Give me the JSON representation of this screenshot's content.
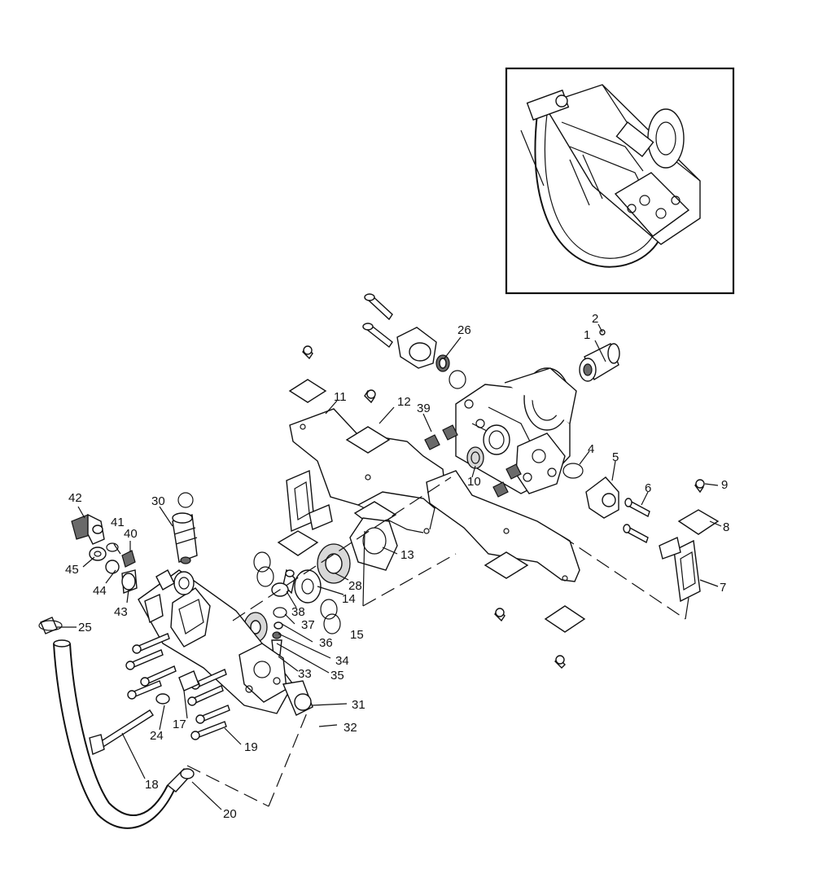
{
  "callouts": [
    {
      "id": "1",
      "text": "1"
    },
    {
      "id": "2",
      "text": "2"
    },
    {
      "id": "4",
      "text": "4"
    },
    {
      "id": "5",
      "text": "5"
    },
    {
      "id": "6",
      "text": "6"
    },
    {
      "id": "7",
      "text": "7"
    },
    {
      "id": "8",
      "text": "8"
    },
    {
      "id": "9",
      "text": "9"
    },
    {
      "id": "10",
      "text": "10"
    },
    {
      "id": "11",
      "text": "11"
    },
    {
      "id": "12",
      "text": "12"
    },
    {
      "id": "13",
      "text": "13"
    },
    {
      "id": "14",
      "text": "14"
    },
    {
      "id": "15",
      "text": "15"
    },
    {
      "id": "17",
      "text": "17"
    },
    {
      "id": "18",
      "text": "18"
    },
    {
      "id": "19",
      "text": "19"
    },
    {
      "id": "20",
      "text": "20"
    },
    {
      "id": "24",
      "text": "24"
    },
    {
      "id": "25",
      "text": "25"
    },
    {
      "id": "26",
      "text": "26"
    },
    {
      "id": "28",
      "text": "28"
    },
    {
      "id": "30",
      "text": "30"
    },
    {
      "id": "31",
      "text": "31"
    },
    {
      "id": "32",
      "text": "32"
    },
    {
      "id": "33",
      "text": "33"
    },
    {
      "id": "34",
      "text": "34"
    },
    {
      "id": "35",
      "text": "35"
    },
    {
      "id": "36",
      "text": "36"
    },
    {
      "id": "37",
      "text": "37"
    },
    {
      "id": "38",
      "text": "38"
    },
    {
      "id": "39",
      "text": "39"
    },
    {
      "id": "40",
      "text": "40"
    },
    {
      "id": "41",
      "text": "41"
    },
    {
      "id": "42",
      "text": "42"
    },
    {
      "id": "43",
      "text": "43"
    },
    {
      "id": "44",
      "text": "44"
    },
    {
      "id": "45",
      "text": "45"
    }
  ],
  "colors": {
    "ink": "#111111",
    "paper": "#ffffff",
    "shade": "#d8d8d8"
  }
}
